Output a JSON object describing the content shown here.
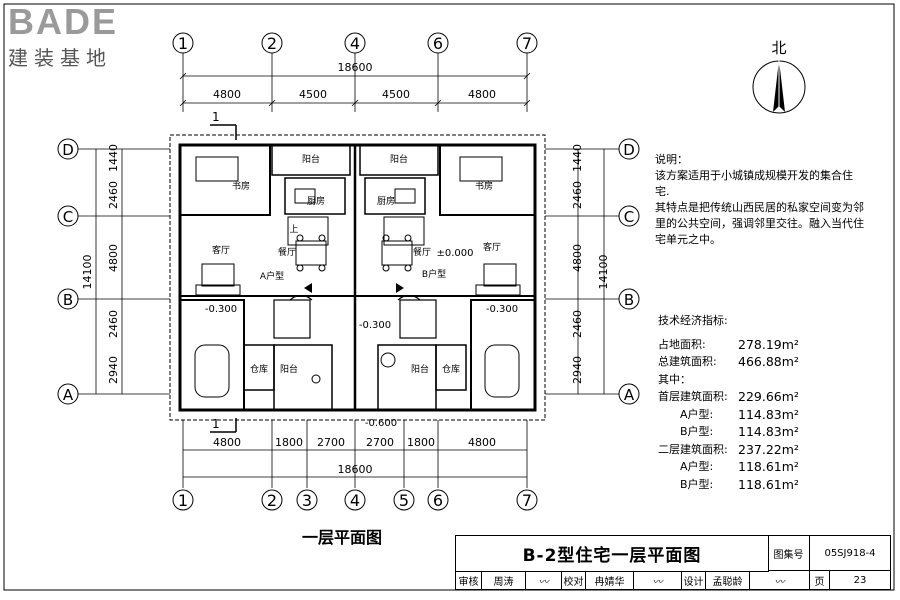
{
  "brand": {
    "logo": "BADE",
    "sub": "建装基地"
  },
  "north": "北",
  "axes_top": [
    "1",
    "2",
    "4",
    "6",
    "7"
  ],
  "axes_bottom": [
    "1",
    "2",
    "3",
    "4",
    "5",
    "6",
    "7"
  ],
  "axes_side": [
    "D",
    "C",
    "B",
    "A"
  ],
  "dims": {
    "total_top": "18600",
    "top_parts": [
      "4800",
      "4500",
      "4500",
      "4800"
    ],
    "total_bottom": "18600",
    "bottom_parts": [
      "4800",
      "1800",
      "2700",
      "2700",
      "1800",
      "4800"
    ],
    "left_parts": [
      "1440",
      "2460",
      "4800",
      "2460",
      "2940"
    ],
    "left_total": "14100",
    "right_parts": [
      "1440",
      "2460",
      "4800",
      "2460",
      "2940"
    ],
    "right_total": "14100"
  },
  "rooms": {
    "balcony": "阳台",
    "study": "书房",
    "kitchen": "厨房",
    "living": "客厅",
    "dining": "餐厅",
    "unit_a": "A户型",
    "unit_b": "B户型",
    "storage": "仓库",
    "up": "上",
    "level_0": "±0.000",
    "level_03": "-0.300",
    "level_06": "-0.600",
    "section_mark": "1"
  },
  "notes": {
    "heading": "说明：",
    "lines": [
      "该方案适用于小城镇成规模开发的集合住宅.",
      "其特点是把传统山西民居的私家空间变为邻",
      "里的公共空间，强调邻里交往。融入当代住",
      "宅单元之中。"
    ]
  },
  "stats": {
    "heading": "技术经济指标:",
    "items": [
      {
        "k": "占地面积:",
        "v": "278.19m²",
        "sub": false
      },
      {
        "k": "总建筑面积:",
        "v": "466.88m²",
        "sub": false
      },
      {
        "k": "其中：",
        "v": "",
        "sub": false
      },
      {
        "k": "首层建筑面积:",
        "v": "229.66m²",
        "sub": false
      },
      {
        "k": "A户型:",
        "v": "114.83m²",
        "sub": true
      },
      {
        "k": "B户型:",
        "v": "114.83m²",
        "sub": true
      },
      {
        "k": "二层建筑面积:",
        "v": "237.22m²",
        "sub": false
      },
      {
        "k": "A户型:",
        "v": "118.61m²",
        "sub": true
      },
      {
        "k": "B户型:",
        "v": "118.61m²",
        "sub": true
      }
    ]
  },
  "caption": "一层平面图",
  "titleblock": {
    "title": "B-2型住宅一层平面图",
    "atlas_label": "图集号",
    "atlas_no": "05SJ918-4",
    "review": "审核",
    "reviewer": "周涛",
    "check": "校对",
    "checker": "冉婧华",
    "design": "设计",
    "designer": "孟聪龄",
    "page_label": "页",
    "page_no": "23"
  }
}
